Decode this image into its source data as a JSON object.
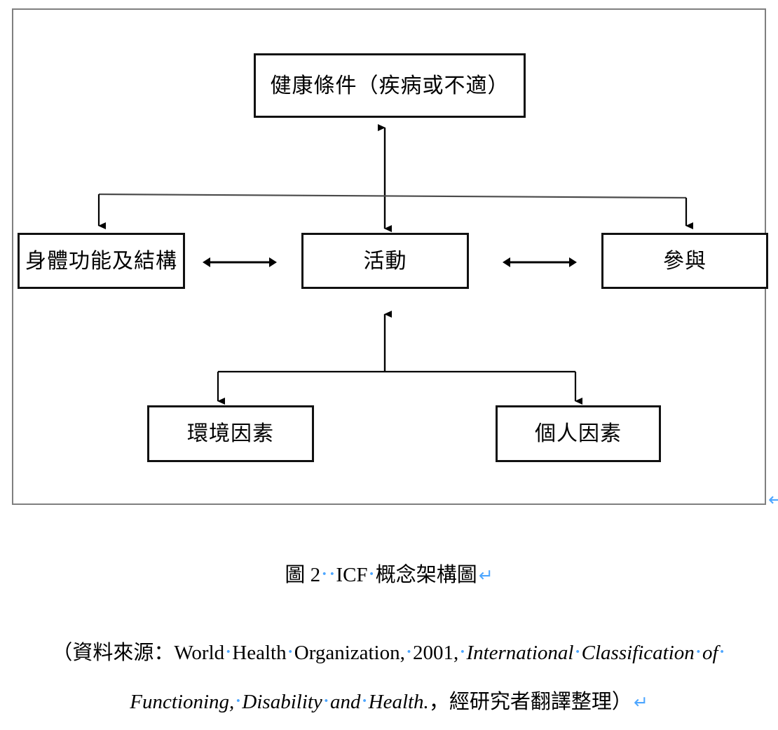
{
  "document": {
    "type": "word-document-figure",
    "colors": {
      "frame_border": "#7f7f7f",
      "box_border": "#111111",
      "text": "#000000",
      "formatting_mark": "#4da6ff",
      "background": "#ffffff"
    }
  },
  "diagram": {
    "name": "ICF conceptual framework",
    "nodes": [
      {
        "id": "health",
        "label": "健康條件（疾病或不適）"
      },
      {
        "id": "body",
        "label": "身體功能及結構"
      },
      {
        "id": "activity",
        "label": "活動"
      },
      {
        "id": "participation",
        "label": "參與"
      },
      {
        "id": "environment",
        "label": "環境因素"
      },
      {
        "id": "personal",
        "label": "個人因素"
      }
    ],
    "connectors": [
      {
        "from": "health",
        "to": "activity",
        "style": "double-arrow-vertical"
      },
      {
        "from": "health",
        "to": "body",
        "style": "elbow-arrow-down-left"
      },
      {
        "from": "health",
        "to": "participation",
        "style": "elbow-arrow-down-right"
      },
      {
        "from": "body",
        "to": "activity",
        "style": "double-arrow-horizontal"
      },
      {
        "from": "activity",
        "to": "participation",
        "style": "double-arrow-horizontal"
      },
      {
        "from": "environment",
        "to": "activity",
        "style": "elbow-arrow-up"
      },
      {
        "from": "personal",
        "to": "activity",
        "style": "elbow-arrow-up"
      }
    ]
  },
  "caption": {
    "figure_number": "圖 2",
    "figure_title": "ICF",
    "figure_title_cn": "概念架構圖",
    "return_mark": "↵",
    "space_mark": "·",
    "source_line_1": {
      "prefix": "（資料來源：",
      "author": "World",
      "author_2": "Health",
      "author_3": "Organization,",
      "year": "2001,",
      "title_italic_1": "International",
      "title_italic_2": "Classification",
      "title_italic_3": "of"
    },
    "source_line_2": {
      "title_italic_1": "Functioning,",
      "title_italic_2": "Disability",
      "title_italic_3": "and",
      "title_italic_4": "Health.",
      "comma": "，",
      "suffix": "經研究者翻譯整理）"
    }
  }
}
